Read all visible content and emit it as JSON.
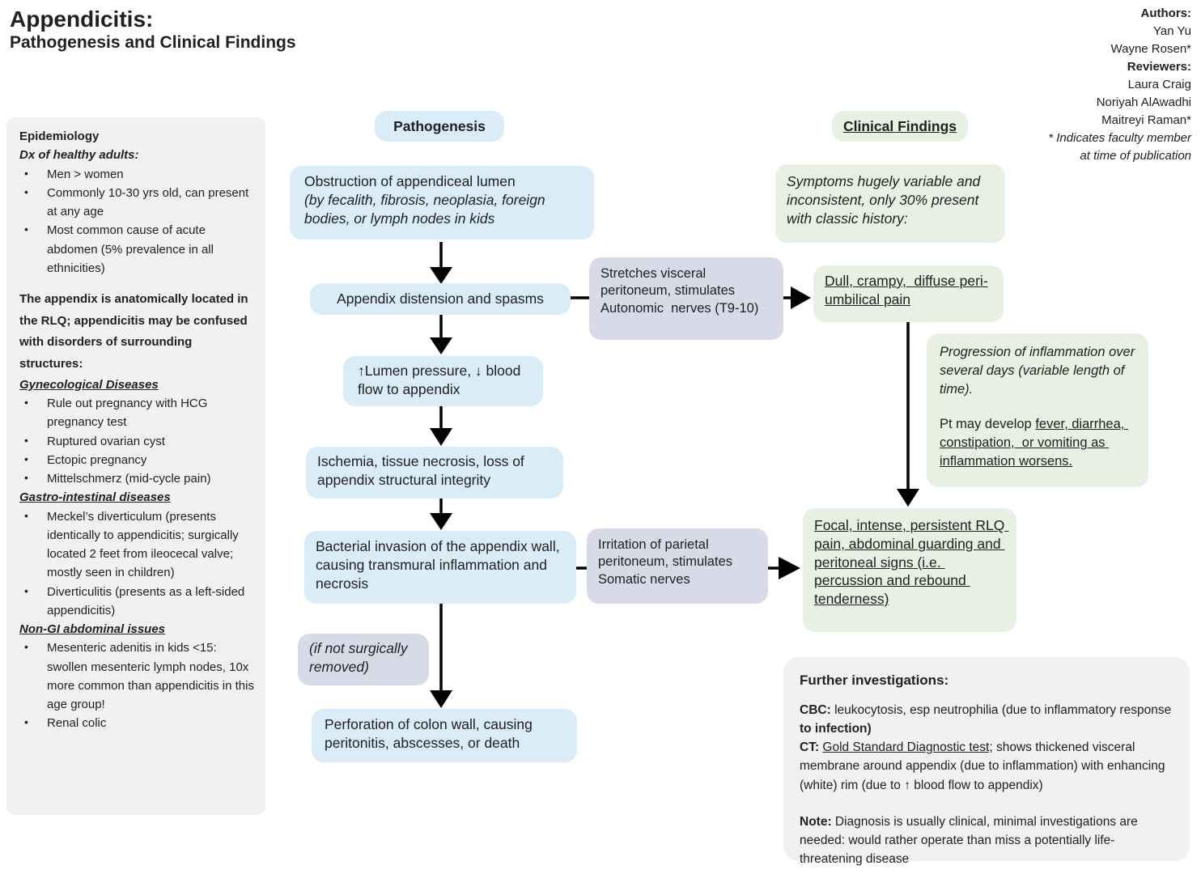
{
  "title": {
    "line1": "Appendicitis:",
    "line2": "Pathogenesis and Clinical Findings"
  },
  "credits": {
    "authors_label": "Authors:",
    "author1": "Yan Yu",
    "author2": "Wayne Rosen*",
    "reviewers_label": "Reviewers:",
    "reviewer1": "Laura Craig",
    "reviewer2": "Noriyah AlAwadhi",
    "reviewer3": "Maitreyi Raman*",
    "footnote1": "* Indicates faculty member",
    "footnote2": "at time of publication"
  },
  "sidebar": {
    "heading": "Epidemiology",
    "subheading": "Dx of healthy adults:",
    "epi_bullets": [
      "Men > women",
      "Commonly 10-30 yrs old, can present at any age",
      "Most common cause of acute abdomen (5% prevalence in all ethnicities)"
    ],
    "anatomy_note": "The appendix is anatomically located in the RLQ; appendicitis may be confused with disorders of surrounding structures:",
    "sections": [
      {
        "heading": "Gynecological Diseases",
        "bullets": [
          "Rule out pregnancy with HCG pregnancy test",
          "Ruptured ovarian cyst",
          "Ectopic pregnancy",
          "Mittelschmerz (mid-cycle pain)"
        ]
      },
      {
        "heading": "Gastro-intestinal diseases",
        "bullets": [
          "Meckel’s diverticulum (presents identically to appendicitis; surgically located 2 feet from ileocecal valve; mostly seen in children)",
          "Diverticulitis (presents as a left-sided appendicitis)"
        ]
      },
      {
        "heading": "Non-GI abdominal issues",
        "bullets": [
          "Mesenteric adenitis in kids <15: swollen mesenteric lymph nodes, 10x more common than appendicitis in this age group!",
          "Renal colic"
        ]
      }
    ]
  },
  "pathogenesis": {
    "header": "Pathogenesis",
    "obstruction_main": "Obstruction of appendiceal lumen",
    "obstruction_detail": "(by fecalith, fibrosis, neoplasia, foreign bodies, or lymph nodes in kids",
    "distension": "Appendix distension and spasms",
    "lumen_pressure": "↑Lumen pressure, ↓ blood flow to appendix",
    "ischemia": "Ischemia, tissue necrosis, loss of appendix structural integrity",
    "bacterial": "Bacterial invasion of the appendix wall, causing transmural inflammation and necrosis",
    "if_not_removed": "(if not surgically removed)",
    "perforation": "Perforation of colon wall, causing peritonitis, abscesses, or death"
  },
  "mechanisms": {
    "stretches": "Stretches visceral peritoneum, stimulates Autonomic  nerves (T9-10)",
    "irritation": "Irritation of parietal peritoneum, stimulates Somatic nerves"
  },
  "clinical": {
    "header": "Clinical Findings",
    "symptoms_note": "Symptoms hugely variable and inconsistent, only 30% present with classic history:",
    "dull_pain": "Dull, crampy,  diffuse peri-umbilical pain",
    "progression_italic": "Progression of inflammation over several days (variable length of time).",
    "progression_lead": "Pt may develop ",
    "progression_underline": "fever, diarrhea, constipation,  or vomiting as inflammation worsens.",
    "focal_pain": "Focal, intense, persistent RLQ pain, abdominal guarding and peritoneal signs (i.e. percussion and rebound tenderness)"
  },
  "investigations": {
    "heading": "Further investigations:",
    "cbc_label": "CBC: ",
    "cbc_text": " leukocytosis, esp neutrophilia (due to inflammatory response ",
    "cbc_bold": "to infection)",
    "ct_label": "CT: ",
    "ct_underline": "Gold Standard Diagnostic test;",
    "ct_text": " shows thickened visceral membrane around appendix (due to inflammation) with enhancing (white) rim (due to ↑ blood flow to appendix)",
    "note_label": "Note:",
    "note_text": " Diagnosis is usually clinical, minimal investigations are needed: would rather operate than miss a potentially life-threatening disease"
  },
  "colors": {
    "box_blue": "#d9ecf8",
    "box_green": "#e7f0e2",
    "box_lavender": "#d9dae8",
    "box_gray": "#f1f1f1",
    "arrow_black": "#000000"
  }
}
